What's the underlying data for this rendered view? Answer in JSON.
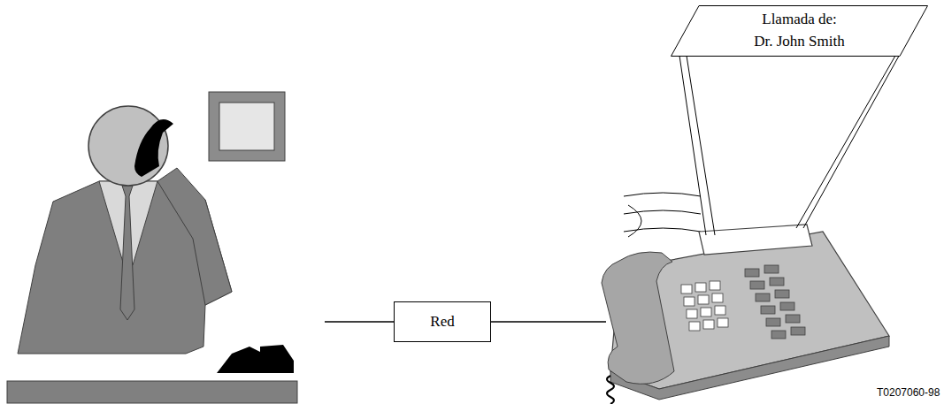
{
  "diagram": {
    "nodes": [
      {
        "text": [
          "Llamada de:",
          "Dr. John Smith"
        ]
      },
      {
        "text": [
          "Red"
        ]
      }
    ],
    "labels": [
      "T0207060-98"
    ]
  }
}
